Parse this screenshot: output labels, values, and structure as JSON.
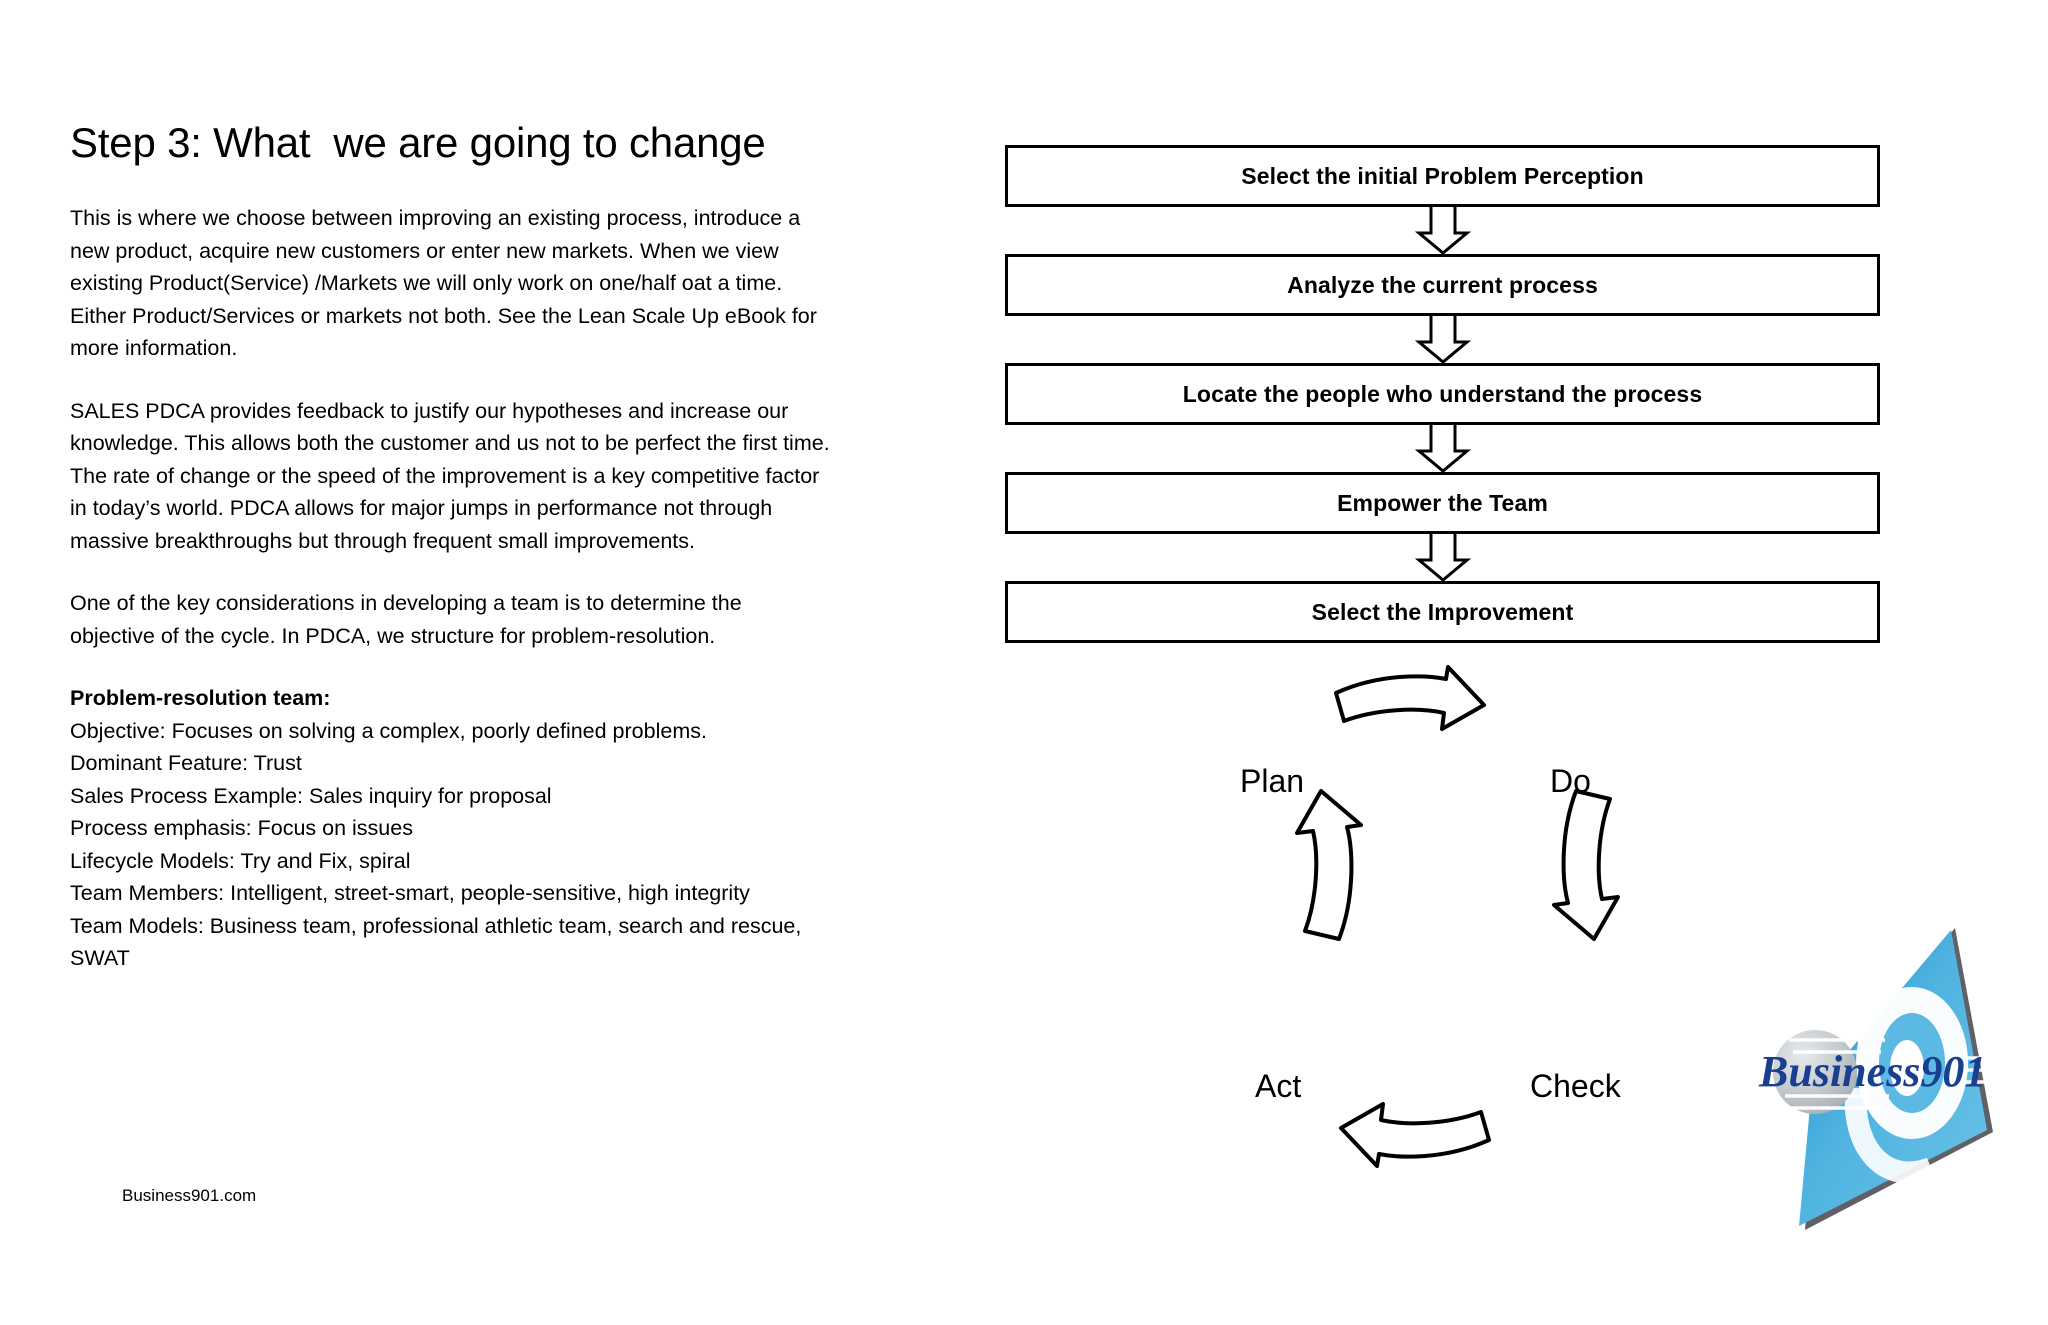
{
  "slide": {
    "title": "Step 3: What  we are going to change",
    "paragraphs": [
      "This is where we choose between improving an existing process, introduce a new product, acquire new customers or enter new markets. When we view existing Product(Service) /Markets we will only work on one/half oat a time. Either Product/Services or markets not both. See the Lean  Scale Up eBook for more information.",
      "SALES PDCA provides feedback to justify our hypotheses and increase our knowledge. This allows both the customer and us not to be perfect the first time. The rate of change or the speed of the improvement is a key competitive factor in today’s world. PDCA allows for major jumps in performance not through massive breakthroughs but through frequent small improvements.",
      "One of the key considerations in developing a team is to determine the objective of the cycle. In PDCA, we structure for problem-resolution."
    ],
    "team_heading": "Problem-resolution team:",
    "team_items": [
      "Objective: Focuses on solving a complex, poorly defined problems.",
      "Dominant Feature: Trust",
      "Sales Process Example: Sales inquiry for proposal",
      "Process emphasis: Focus on issues",
      "Lifecycle Models: Try and Fix, spiral",
      "Team Members: Intelligent, street-smart, people-sensitive, high integrity",
      "Team Models: Business team, professional athletic team, search and rescue, SWAT"
    ],
    "footer": "Business901.com"
  },
  "flowchart": {
    "steps": [
      "Select the initial Problem Perception",
      "Analyze the current process",
      "Locate the people who understand the process",
      "Empower the Team",
      "Select the Improvement"
    ]
  },
  "pdca": {
    "labels": {
      "plan": "Plan",
      "do": "Do",
      "act": "Act",
      "check": "Check"
    }
  },
  "logo": {
    "text": "Business901",
    "colors": {
      "blue": "#2e9fd6",
      "blue_dark": "#1b6fa8",
      "script": "#1b3f8f",
      "sphere": "#b9bfc4"
    }
  }
}
